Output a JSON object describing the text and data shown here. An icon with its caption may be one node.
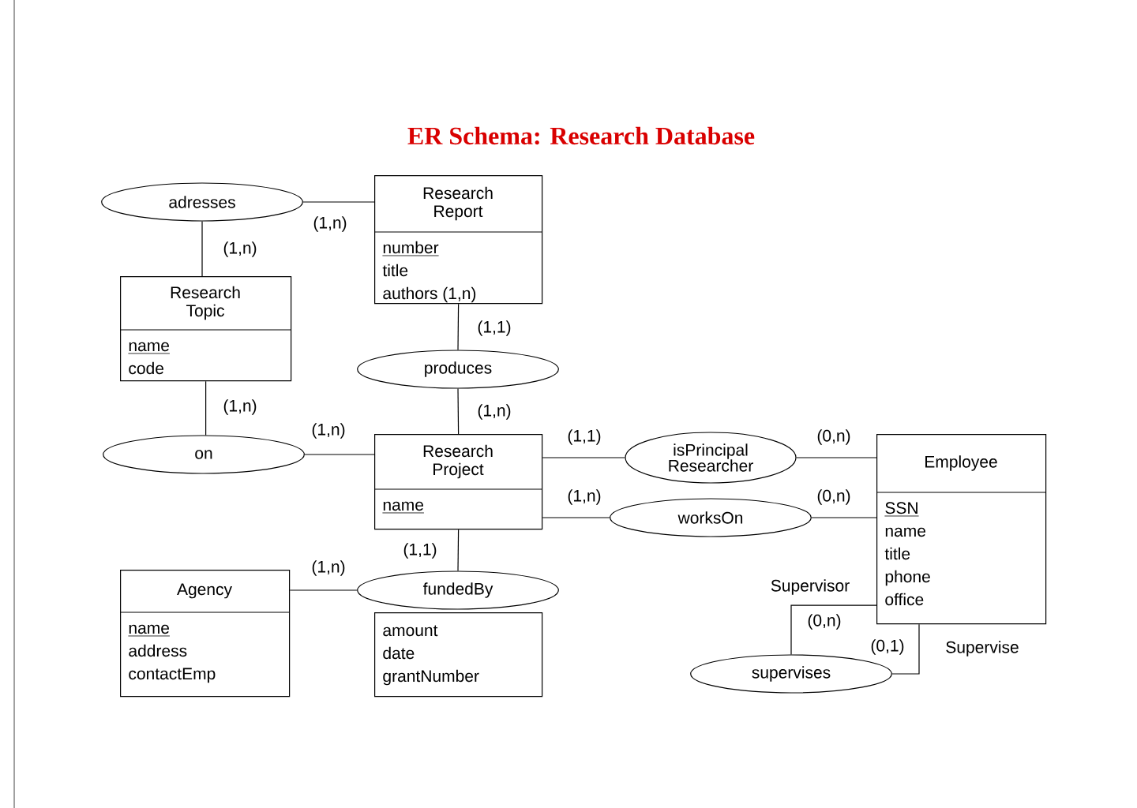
{
  "diagram": {
    "title": "ER Schema: Research Database",
    "nodes": [
      {
        "text": [
          "Research Report",
          "number",
          "title",
          "authors (1,n)"
        ]
      },
      {
        "text": [
          "adresses"
        ]
      },
      {
        "text": [
          "Research Topic",
          "name",
          "code"
        ]
      },
      {
        "text": [
          "produces"
        ]
      },
      {
        "text": [
          "on"
        ]
      },
      {
        "text": [
          "Research Project",
          "name"
        ]
      },
      {
        "text": [
          "isPrincipal Researcher"
        ]
      },
      {
        "text": [
          "worksOn"
        ]
      },
      {
        "text": [
          "Employee",
          "SSN",
          "name",
          "title",
          "phone",
          "office"
        ]
      },
      {
        "text": [
          "Agency",
          "name",
          "address",
          "contactEmp"
        ]
      },
      {
        "text": [
          "fundedBy"
        ]
      },
      {
        "text": [
          "amount",
          "date",
          "grantNumber"
        ]
      },
      {
        "text": [
          "supervises"
        ]
      }
    ],
    "edges": [
      {
        "from": 1,
        "to": 0,
        "arrow": "none",
        "label": "(1,n)"
      },
      {
        "from": 1,
        "to": 2,
        "arrow": "none",
        "label": "(1,n)"
      },
      {
        "from": 0,
        "to": 3,
        "arrow": "none",
        "label": "(1,1)"
      },
      {
        "from": 3,
        "to": 5,
        "arrow": "none",
        "label": "(1,n)"
      },
      {
        "from": 2,
        "to": 4,
        "arrow": "none",
        "label": "(1,n)"
      },
      {
        "from": 4,
        "to": 5,
        "arrow": "none",
        "label": "(1,n)"
      },
      {
        "from": 5,
        "to": 6,
        "arrow": "none",
        "label": "(1,1)"
      },
      {
        "from": 6,
        "to": 8,
        "arrow": "none",
        "label": "(0,n)"
      },
      {
        "from": 5,
        "to": 7,
        "arrow": "none",
        "label": "(1,n)"
      },
      {
        "from": 7,
        "to": 8,
        "arrow": "none",
        "label": "(0,n)"
      },
      {
        "from": 5,
        "to": 10,
        "arrow": "none",
        "label": "(1,1)"
      },
      {
        "from": 9,
        "to": 10,
        "arrow": "none",
        "label": "(1,n)"
      },
      {
        "from": 8,
        "to": 12,
        "arrow": "none",
        "label": "(0,n)"
      },
      {
        "from": 12,
        "to": 8,
        "arrow": "none",
        "label": "(0,1)"
      }
    ],
    "labels": [
      "Supervisor",
      "Supervise"
    ]
  }
}
